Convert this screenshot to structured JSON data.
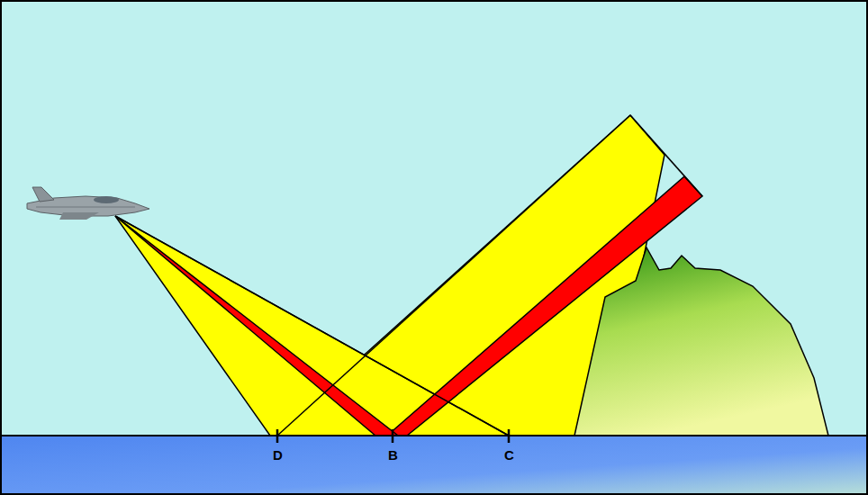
{
  "diagram": {
    "labels": [
      "D",
      "B",
      "C"
    ]
  }
}
